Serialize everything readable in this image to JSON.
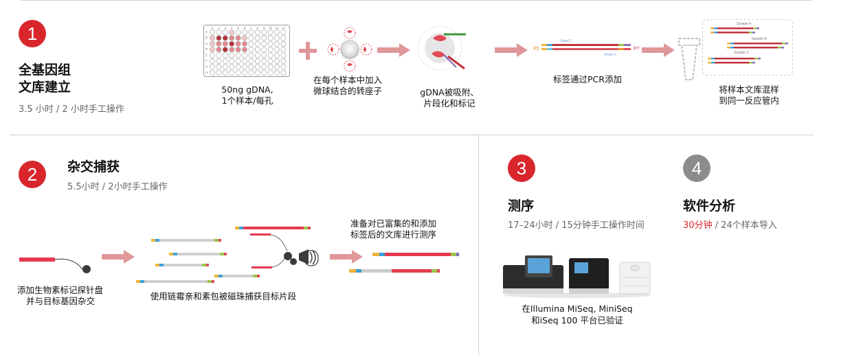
{
  "colors": {
    "accent": "#d8262c",
    "grey": "#8c8c8c",
    "arrow": "#e0979a",
    "strand": "#e53950"
  },
  "step1": {
    "number": "1",
    "title_line1": "全基因组",
    "title_line2": "文库建立",
    "duration": "3.5 小时 / 2 小时手工操作",
    "plate_cols": [
      "1",
      "2",
      "3",
      "4",
      "5",
      "6",
      "7",
      "8",
      "9",
      "10",
      "11",
      "12"
    ],
    "plate_rows": [
      "A",
      "B",
      "C",
      "D",
      "E",
      "F",
      "G",
      "H"
    ],
    "cap_plate_line1": "50ng gDNA,",
    "cap_plate_line2": "1个样本/每孔",
    "cap_transposome_line1": "在每个样本中加入",
    "cap_transposome_line2": "微球结合的转座子",
    "cap_tagment_line1": "gDNA被吸附、",
    "cap_tagment_line2": "片段化和标记",
    "pcr_left_label": "P5",
    "pcr_right_label": "P7",
    "pcr_read1_label": "Read 1",
    "pcr_read2_label": "Read 2",
    "cap_pcr": "标签通过PCR添加",
    "pool_sample_a": "Sample A",
    "pool_sample_b": "Sample B",
    "pool_sample_c": "Sample C",
    "cap_pool_line1": "将样本文库混样",
    "cap_pool_line2": "到同一反应管内"
  },
  "step2": {
    "number": "2",
    "title": "杂交捕获",
    "duration": "5.5小时 / 2小时手工操作",
    "cap_probe_line1": "添加生物素标记探针盘",
    "cap_probe_line2": "并与目标基因杂交",
    "cap_capture": "使用链霉亲和素包被磁珠捕获目标片段",
    "cap_enrich_line1": "准备对已富集的和添加",
    "cap_enrich_line2": "标签后的文库进行测序"
  },
  "step3": {
    "number": "3",
    "title": "测序",
    "duration": "17–24小时 / 15分钟手工操作时间",
    "cap_line1": "在Illumina MiSeq, MiniSeq",
    "cap_line2": "和iSeq 100 平台已验证"
  },
  "step4": {
    "number": "4",
    "title": "软件分析",
    "duration_accent": "30分钟",
    "duration_rest": " / 24个样本导入"
  }
}
